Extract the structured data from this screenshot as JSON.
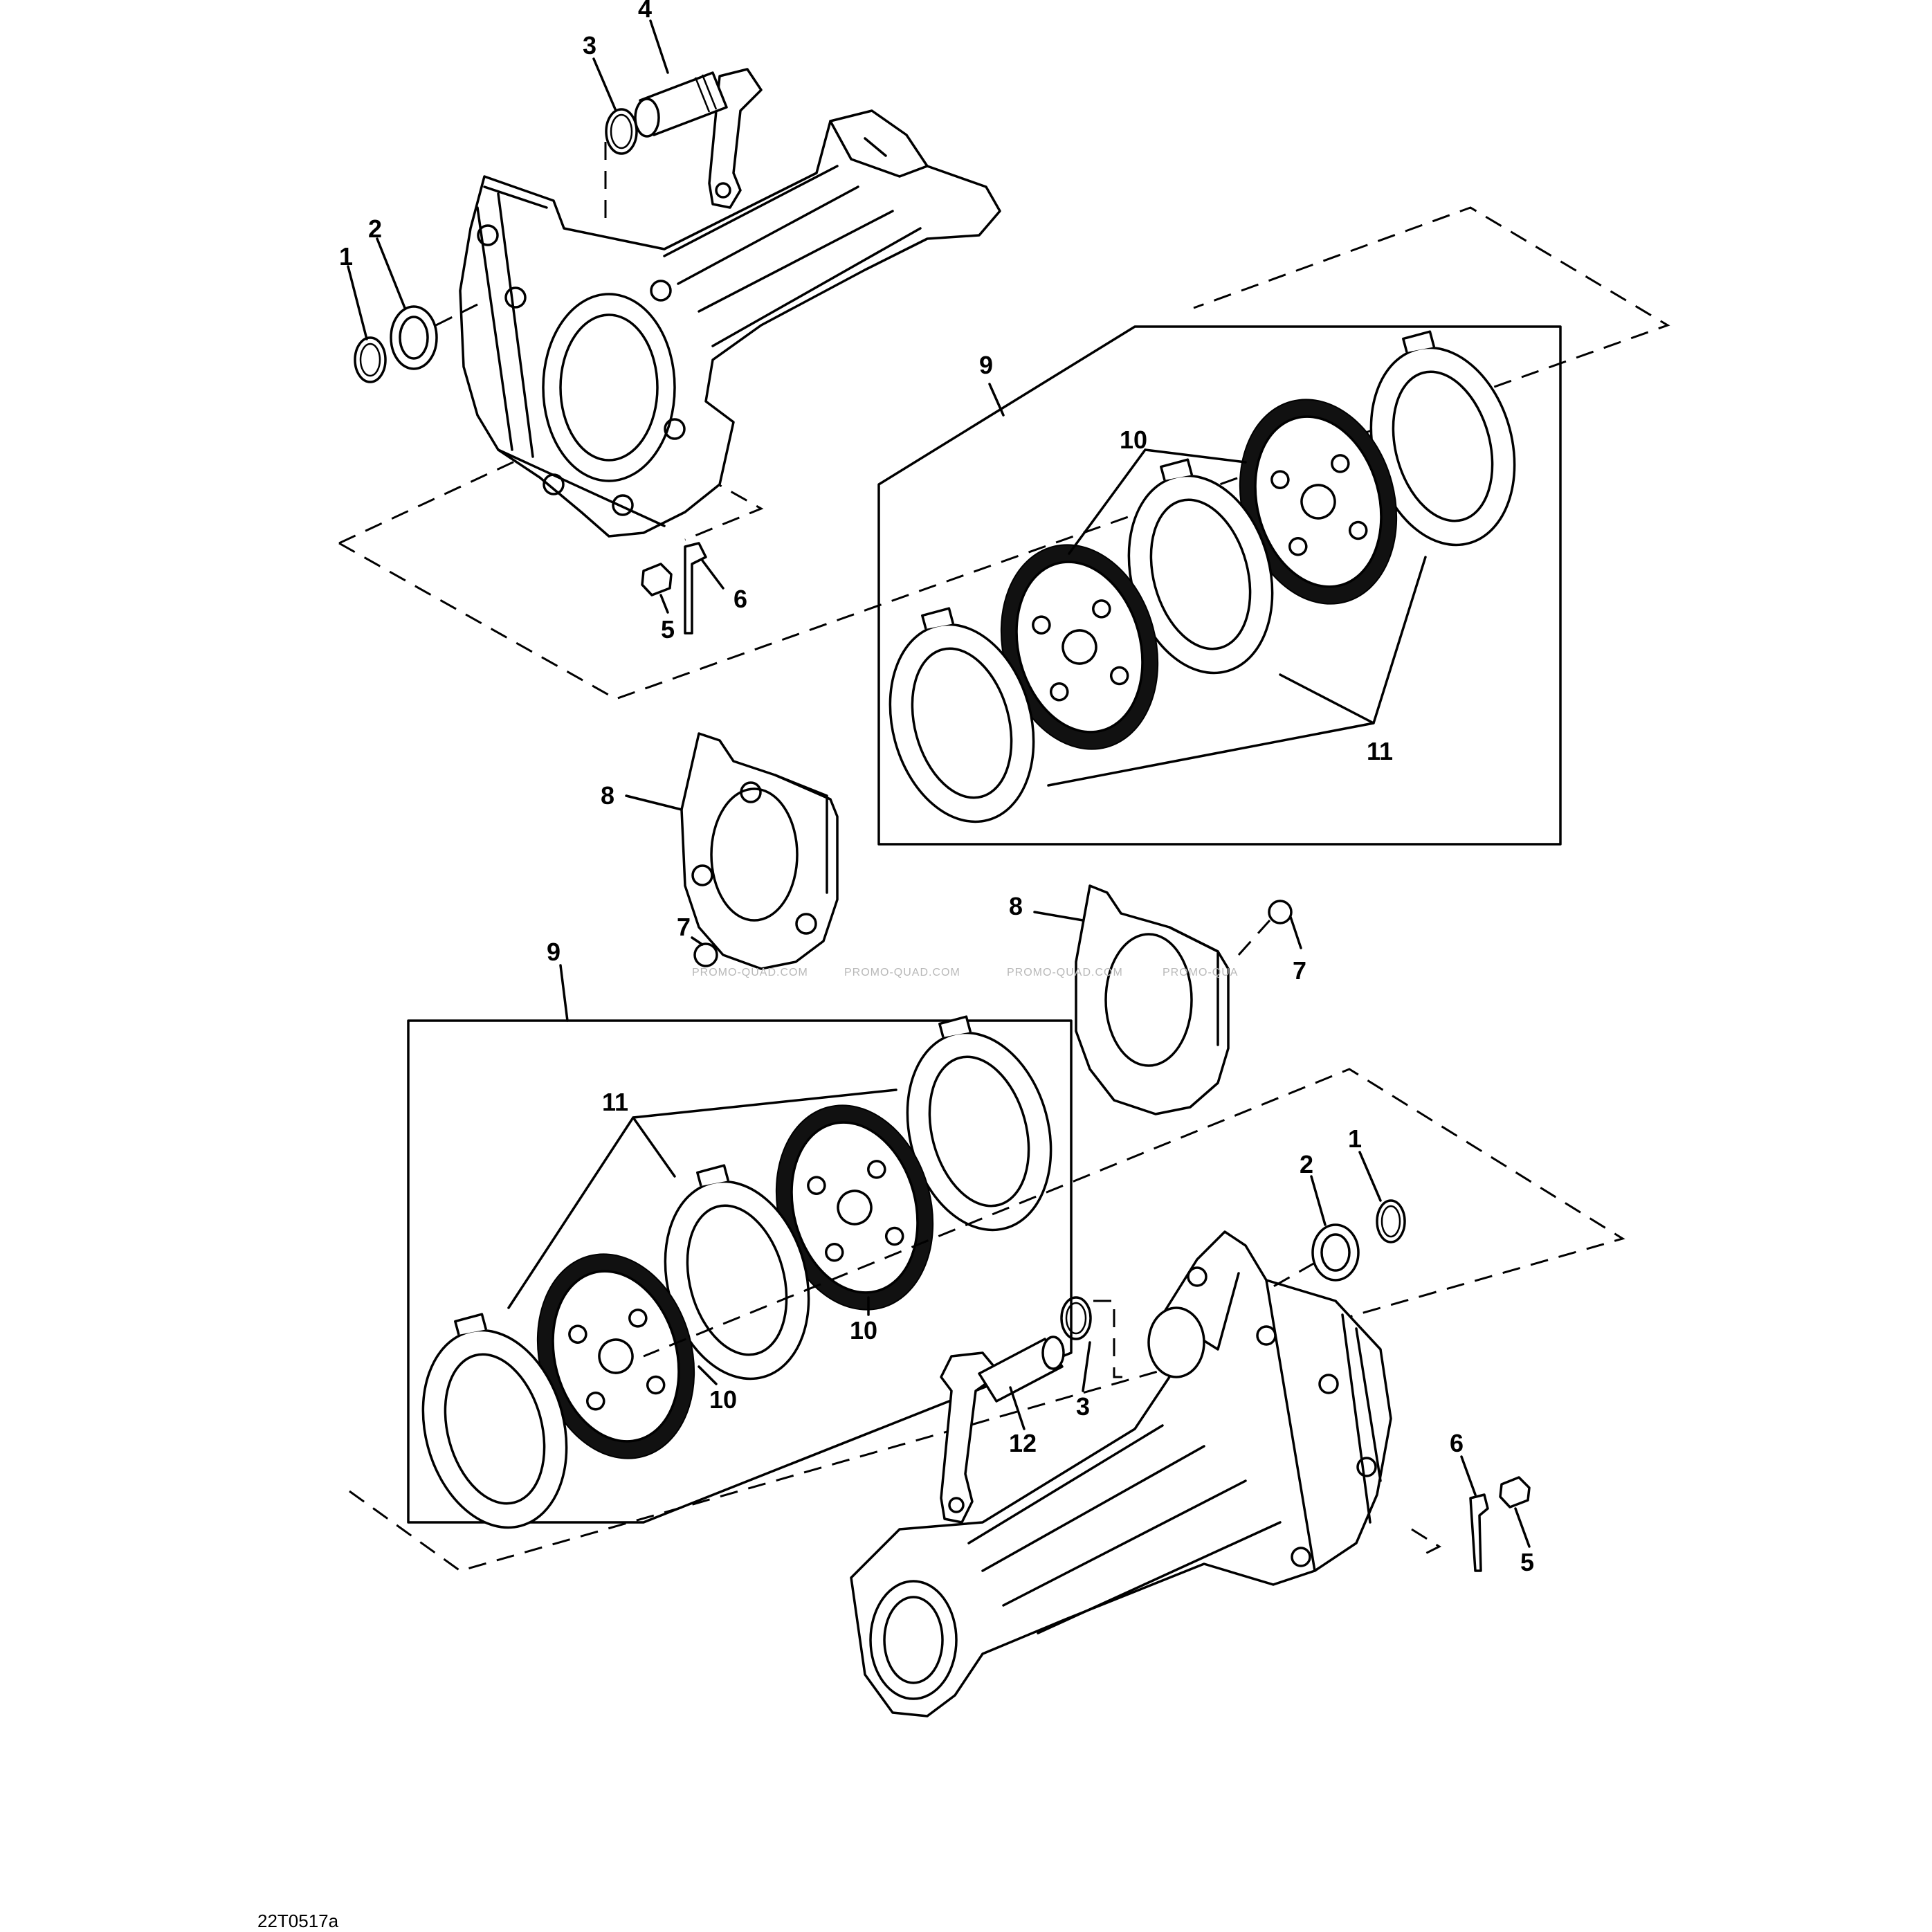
{
  "diagram": {
    "drawing_code": "22T0517a",
    "watermark": "PROMO-QUAD.COM",
    "watermark_partial": "PROMO-QUA",
    "callouts": {
      "c1a": "1",
      "c2a": "2",
      "c3a": "3",
      "c4a": "4",
      "c5a": "5",
      "c6a": "6",
      "c9a": "9",
      "c10a": "10",
      "c11a": "11",
      "c8a": "8",
      "c7a": "7",
      "c8b": "8",
      "c7b": "7",
      "c9b": "9",
      "c11b": "11",
      "c10b": "10",
      "c10c": "10",
      "c2b": "2",
      "c1b": "1",
      "c3b": "3",
      "c12": "12",
      "c6b": "6",
      "c5b": "5"
    }
  }
}
